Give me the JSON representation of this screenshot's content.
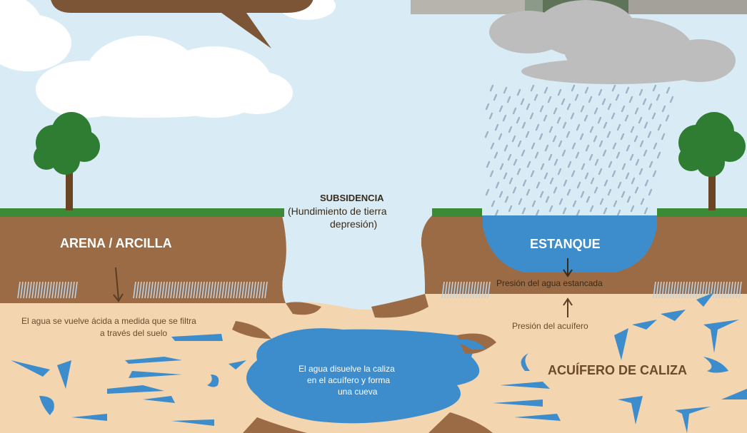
{
  "labels": {
    "subsidence_title": "SUBSIDENCIA",
    "subsidence_line1": "(Hundimiento de tierra",
    "subsidence_line2": "depresión)",
    "sand_clay": "ARENA / ARCILLA",
    "pond": "ESTANQUE",
    "pond_pressure": "Presión del agua estancada",
    "aquifer_pressure": "Presión del acuífero",
    "acid_line1": "El agua se vuelve ácida a medida que se filtra",
    "acid_line2": "a través del suelo",
    "cave_line1": "El agua disuelve la caliza",
    "cave_line2": "en el acuífero y forma",
    "cave_line3": "una cueva",
    "limestone_aquifer": "ACUÍFERO DE CALIZA"
  },
  "colors": {
    "sky": "#d9ecf5",
    "grass": "#3b8a35",
    "soil": "#9a6b45",
    "limestone": "#f3d6b0",
    "water": "#3d8ccc",
    "speech_bubble": "#7b5535",
    "cloud_white": "#ffffff",
    "cloud_gray": "#bdbdbd",
    "tree_leaf": "#2f7d32",
    "tree_trunk": "#6b4423"
  }
}
